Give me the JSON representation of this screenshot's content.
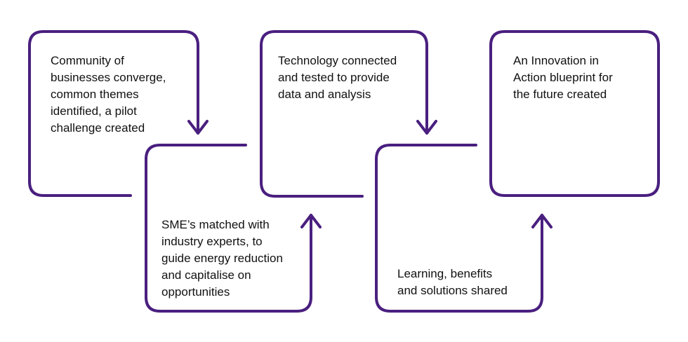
{
  "steps": [
    {
      "text": "Community of\nbusinesses converge,\ncommon themes\nidentified, a pilot\nchallenge created"
    },
    {
      "text": "SME’s matched with\nindustry experts, to\nguide energy reduction\nand capitalise on\nopportunities"
    },
    {
      "text": "Technology connected\nand tested to provide\ndata and analysis"
    },
    {
      "text": "Learning, benefits\nand solutions shared"
    },
    {
      "text": "An Innovation in\nAction blueprint for\nthe future created"
    }
  ],
  "colors": {
    "stroke": "#4a1f7f",
    "text": "#111111",
    "background": "#ffffff"
  }
}
